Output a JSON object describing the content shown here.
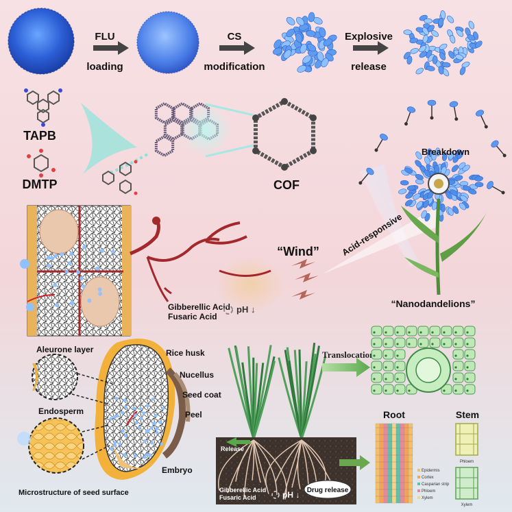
{
  "top_steps": [
    {
      "label_line1": "FLU",
      "label_line2": "loading"
    },
    {
      "label_line1": "CS",
      "label_line2": "modification"
    },
    {
      "label_line1": "Explosive",
      "label_line2": "release"
    }
  ],
  "molecules": {
    "monomer_a": "TAPB",
    "monomer_b": "DMTP",
    "product": "COF"
  },
  "dandelion": {
    "breakdown": "Breakdown",
    "acid_responsive": "Acid-responsive",
    "wind": "“Wind”",
    "name": "“Nanodandelions”"
  },
  "fungus": {
    "acid1": "Gibberellic Acid",
    "acid2": "Fusaric Acid",
    "ph": "pH ↓"
  },
  "seed": {
    "aleurone": "Aleurone layer",
    "endosperm": "Endosperm",
    "rice_husk": "Rice husk",
    "nucellus": "Nucellus",
    "seed_coat": "Seed coat",
    "peel": "Peel",
    "embryo": "Embryo",
    "microstructure": "Microstructure of seed surface"
  },
  "plant": {
    "translocation": "Translocation",
    "release": "Release",
    "acid1": "Gibberellic Acid",
    "acid2": "Fusaric Acid",
    "ph": "pH ↓",
    "drug_release": "Drug release"
  },
  "tissue": {
    "root": "Root",
    "stem": "Stem",
    "legend": [
      "Epidermis",
      "Cortex",
      "Casparian strip",
      "Phloem",
      "Xylem"
    ],
    "phloem": "Phloem",
    "xylem": "Xylem"
  },
  "colors": {
    "nano_blue": "#3f7fe0",
    "hypha_red": "#a3282b",
    "cell_green": "#b9e6b0",
    "soil": "#3a2f2a"
  }
}
